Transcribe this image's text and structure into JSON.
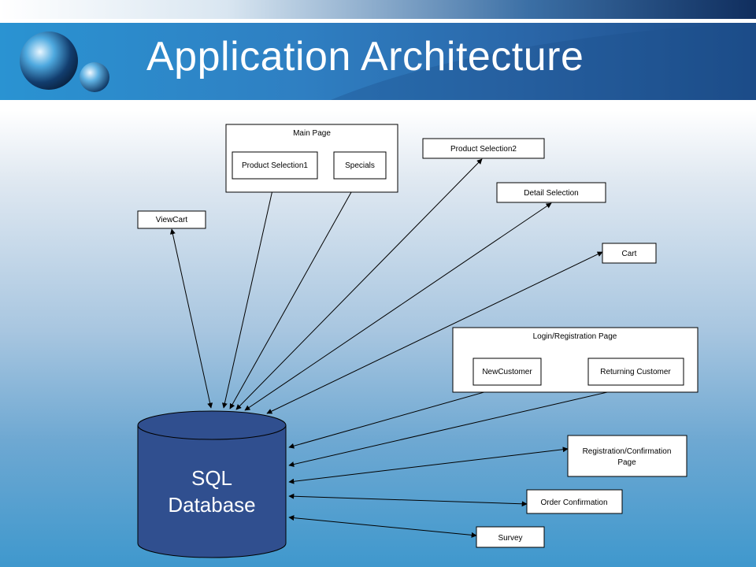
{
  "title": "Application Architecture",
  "database": {
    "line1": "SQL",
    "line2": "Database"
  },
  "pages": {
    "main_page": "Main Page",
    "product_selection1": "Product Selection1",
    "specials": "Specials",
    "product_selection2": "Product Selection2",
    "detail_selection": "Detail Selection",
    "view_cart": "ViewCart",
    "cart": "Cart",
    "login_registration": "Login/Registration Page",
    "new_customer": "NewCustomer",
    "returning_customer": "Returning Customer",
    "registration_confirmation_line1": "Registration/Confirmation",
    "registration_confirmation_line2": "Page",
    "order_confirmation": "Order Confirmation",
    "survey": "Survey"
  },
  "colors": {
    "database_fill": "#304f8f",
    "header_blue": "#2a7fc2"
  }
}
